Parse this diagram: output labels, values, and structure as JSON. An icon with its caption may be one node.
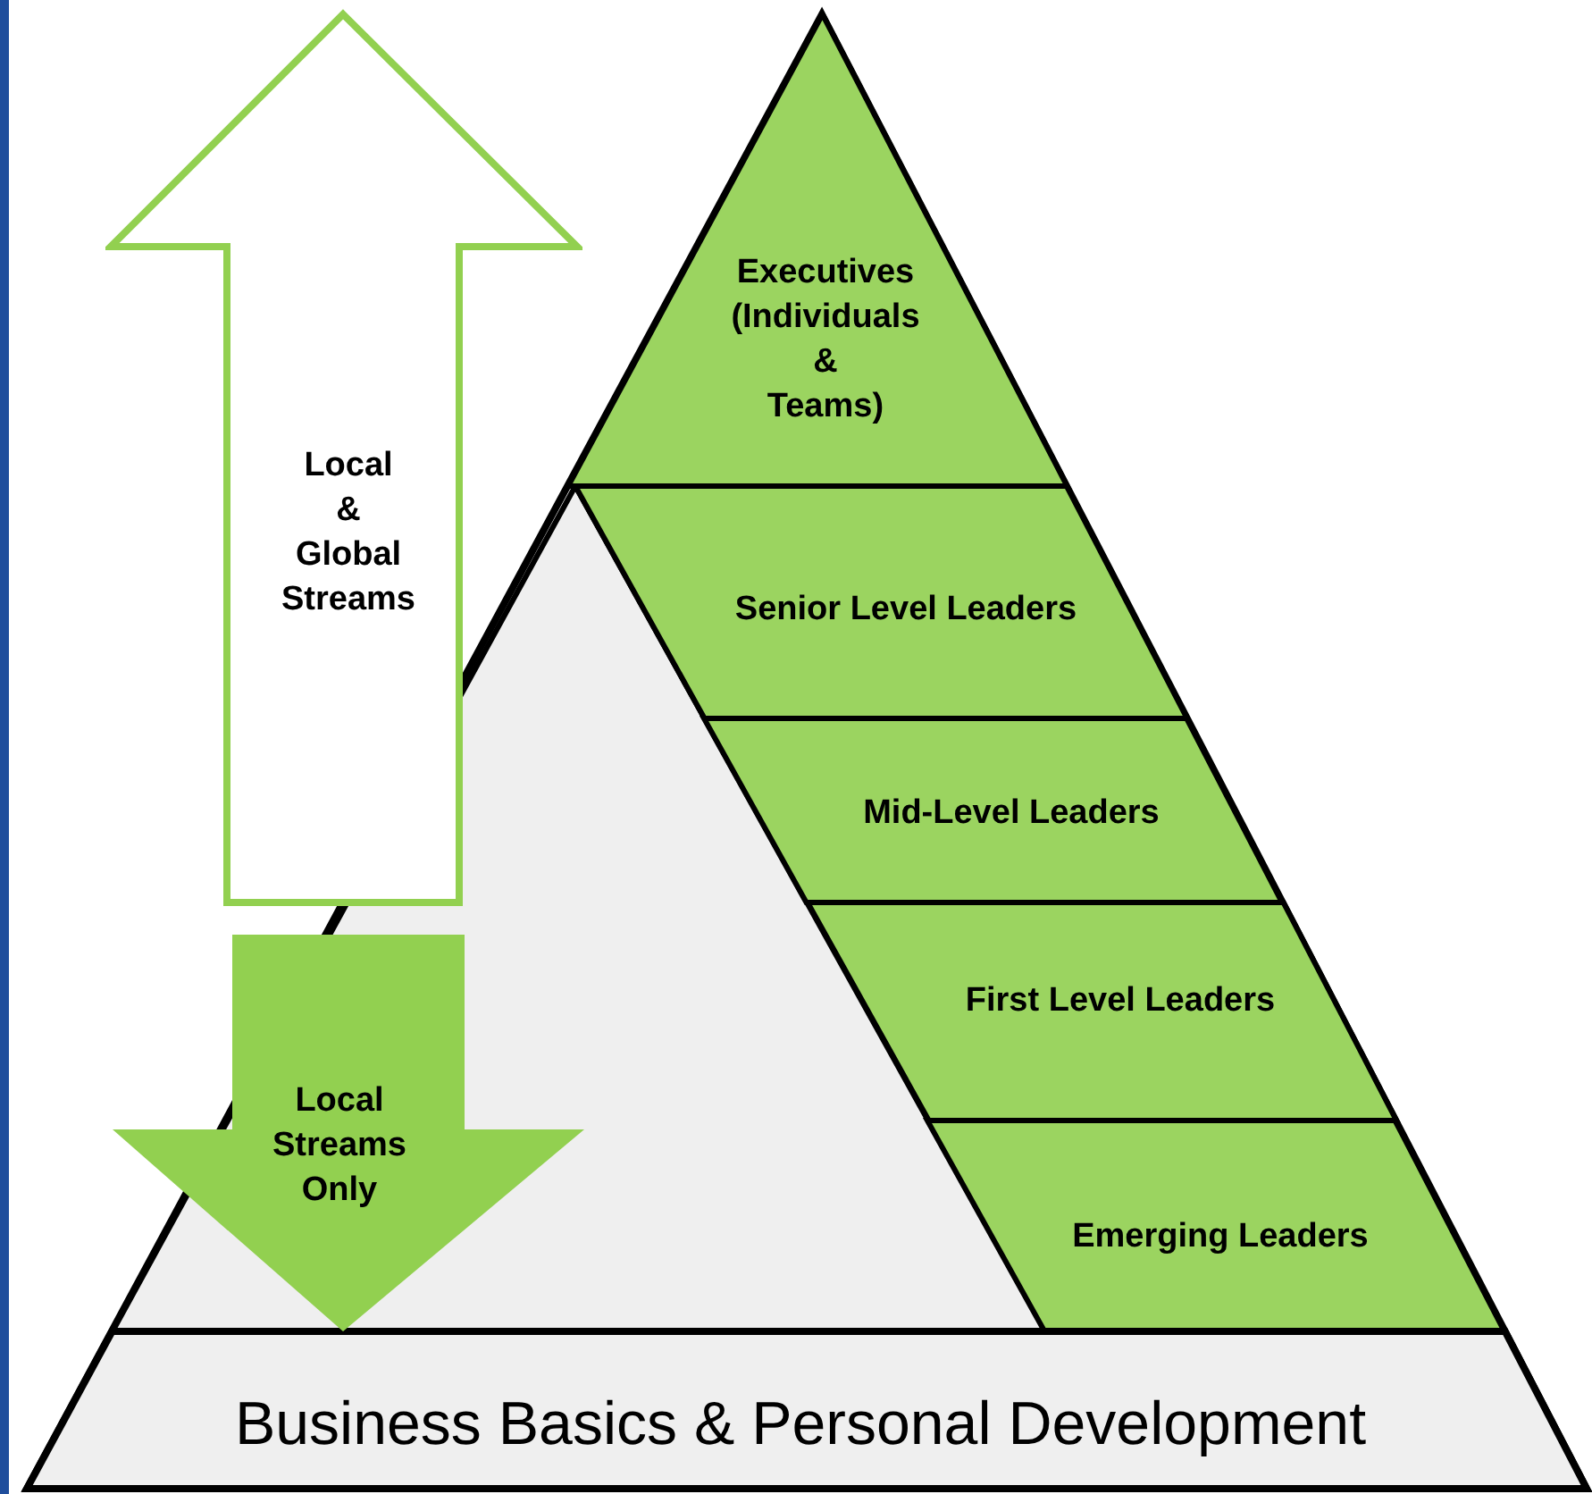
{
  "diagram": {
    "nodes": [
      {
        "text": [
          "Executives (Individuals & Teams)"
        ]
      },
      {
        "text": [
          "Senior Level Leaders"
        ]
      },
      {
        "text": [
          "Mid-Level Leaders"
        ]
      },
      {
        "text": [
          "First Level Leaders"
        ]
      },
      {
        "text": [
          "Emerging Leaders"
        ]
      },
      {
        "text": [
          "Local & Global Streams"
        ]
      },
      {
        "text": [
          "Local Streams Only"
        ]
      },
      {
        "text": [
          "Business Basics & Personal Development"
        ]
      }
    ]
  }
}
